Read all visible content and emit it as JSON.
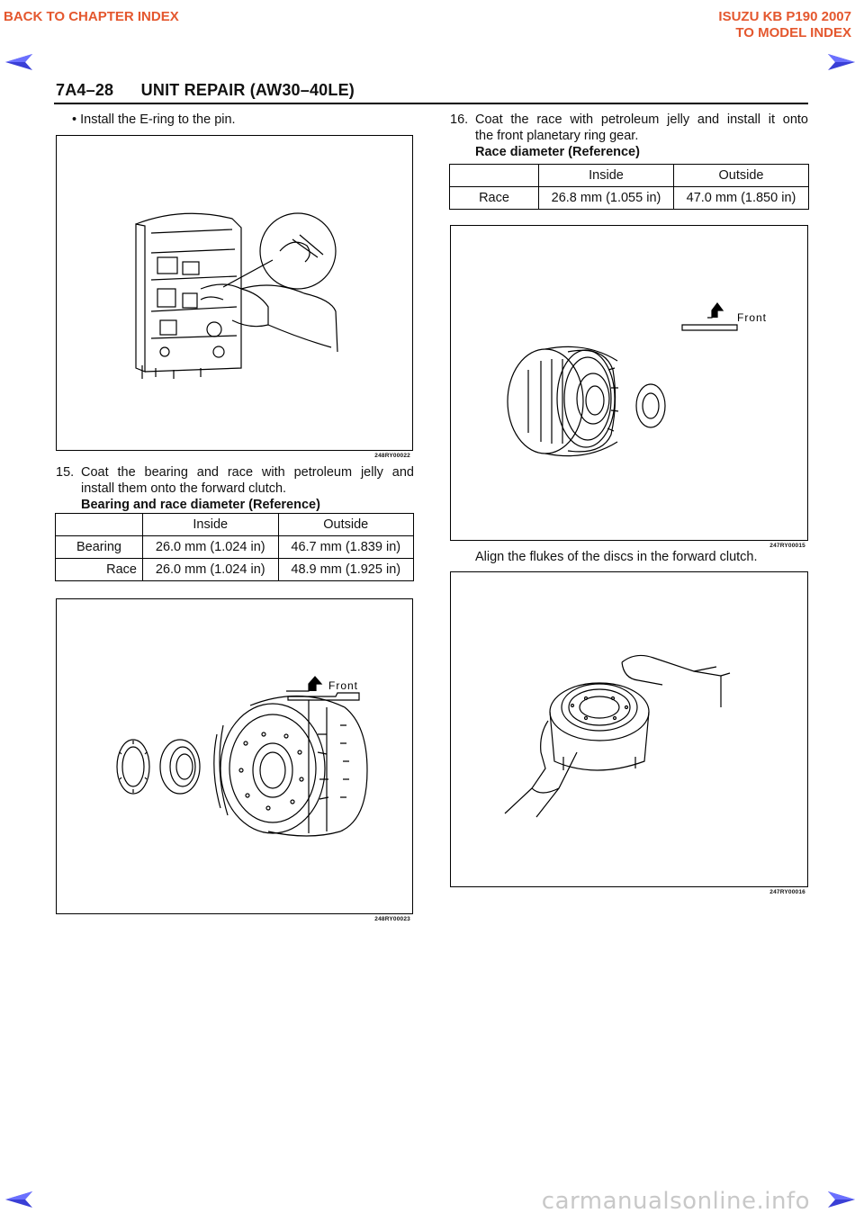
{
  "nav": {
    "back_chapter": "BACK TO CHAPTER INDEX",
    "model_title": "ISUZU KB P190 2007",
    "to_model_index": "TO MODEL INDEX",
    "arrow_color": "#3a3fd6",
    "link_color": "#e4572e"
  },
  "header": {
    "page_number": "7A4–28",
    "title": "UNIT REPAIR (AW30–40LE)"
  },
  "left": {
    "bullet_step": "•  Install the E-ring to the pin.",
    "figure1_code": "248RY00022",
    "step15_number": "15.",
    "step15_line1": "Coat the bearing and race with petroleum jelly and",
    "step15_line2": "install them onto the forward clutch.",
    "table1_title": "Bearing and race diameter (Reference)",
    "table1": {
      "headers": [
        "",
        "Inside",
        "Outside"
      ],
      "rows": [
        [
          "Bearing",
          "26.0 mm (1.024 in)",
          "46.7 mm (1.839 in)"
        ],
        [
          "Race",
          "26.0 mm (1.024 in)",
          "48.9 mm (1.925 in)"
        ]
      ]
    },
    "figure2_front_label": "Front",
    "figure2_code": "248RY00023"
  },
  "right": {
    "step16_number": "16.",
    "step16_line1": "Coat the race with petroleum jelly and install it onto",
    "step16_line2": "the front planetary ring gear.",
    "table2_title": "Race diameter (Reference)",
    "table2": {
      "headers": [
        "",
        "Inside",
        "Outside"
      ],
      "rows": [
        [
          "Race",
          "26.8 mm (1.055 in)",
          "47.0 mm (1.850 in)"
        ]
      ]
    },
    "figure3_front_label": "Front",
    "figure3_code": "247RY00015",
    "align_text": "Align the flukes of the discs in the forward clutch.",
    "figure4_code": "247RY00016"
  },
  "footer": {
    "watermark": "carmanualsonline.info"
  }
}
